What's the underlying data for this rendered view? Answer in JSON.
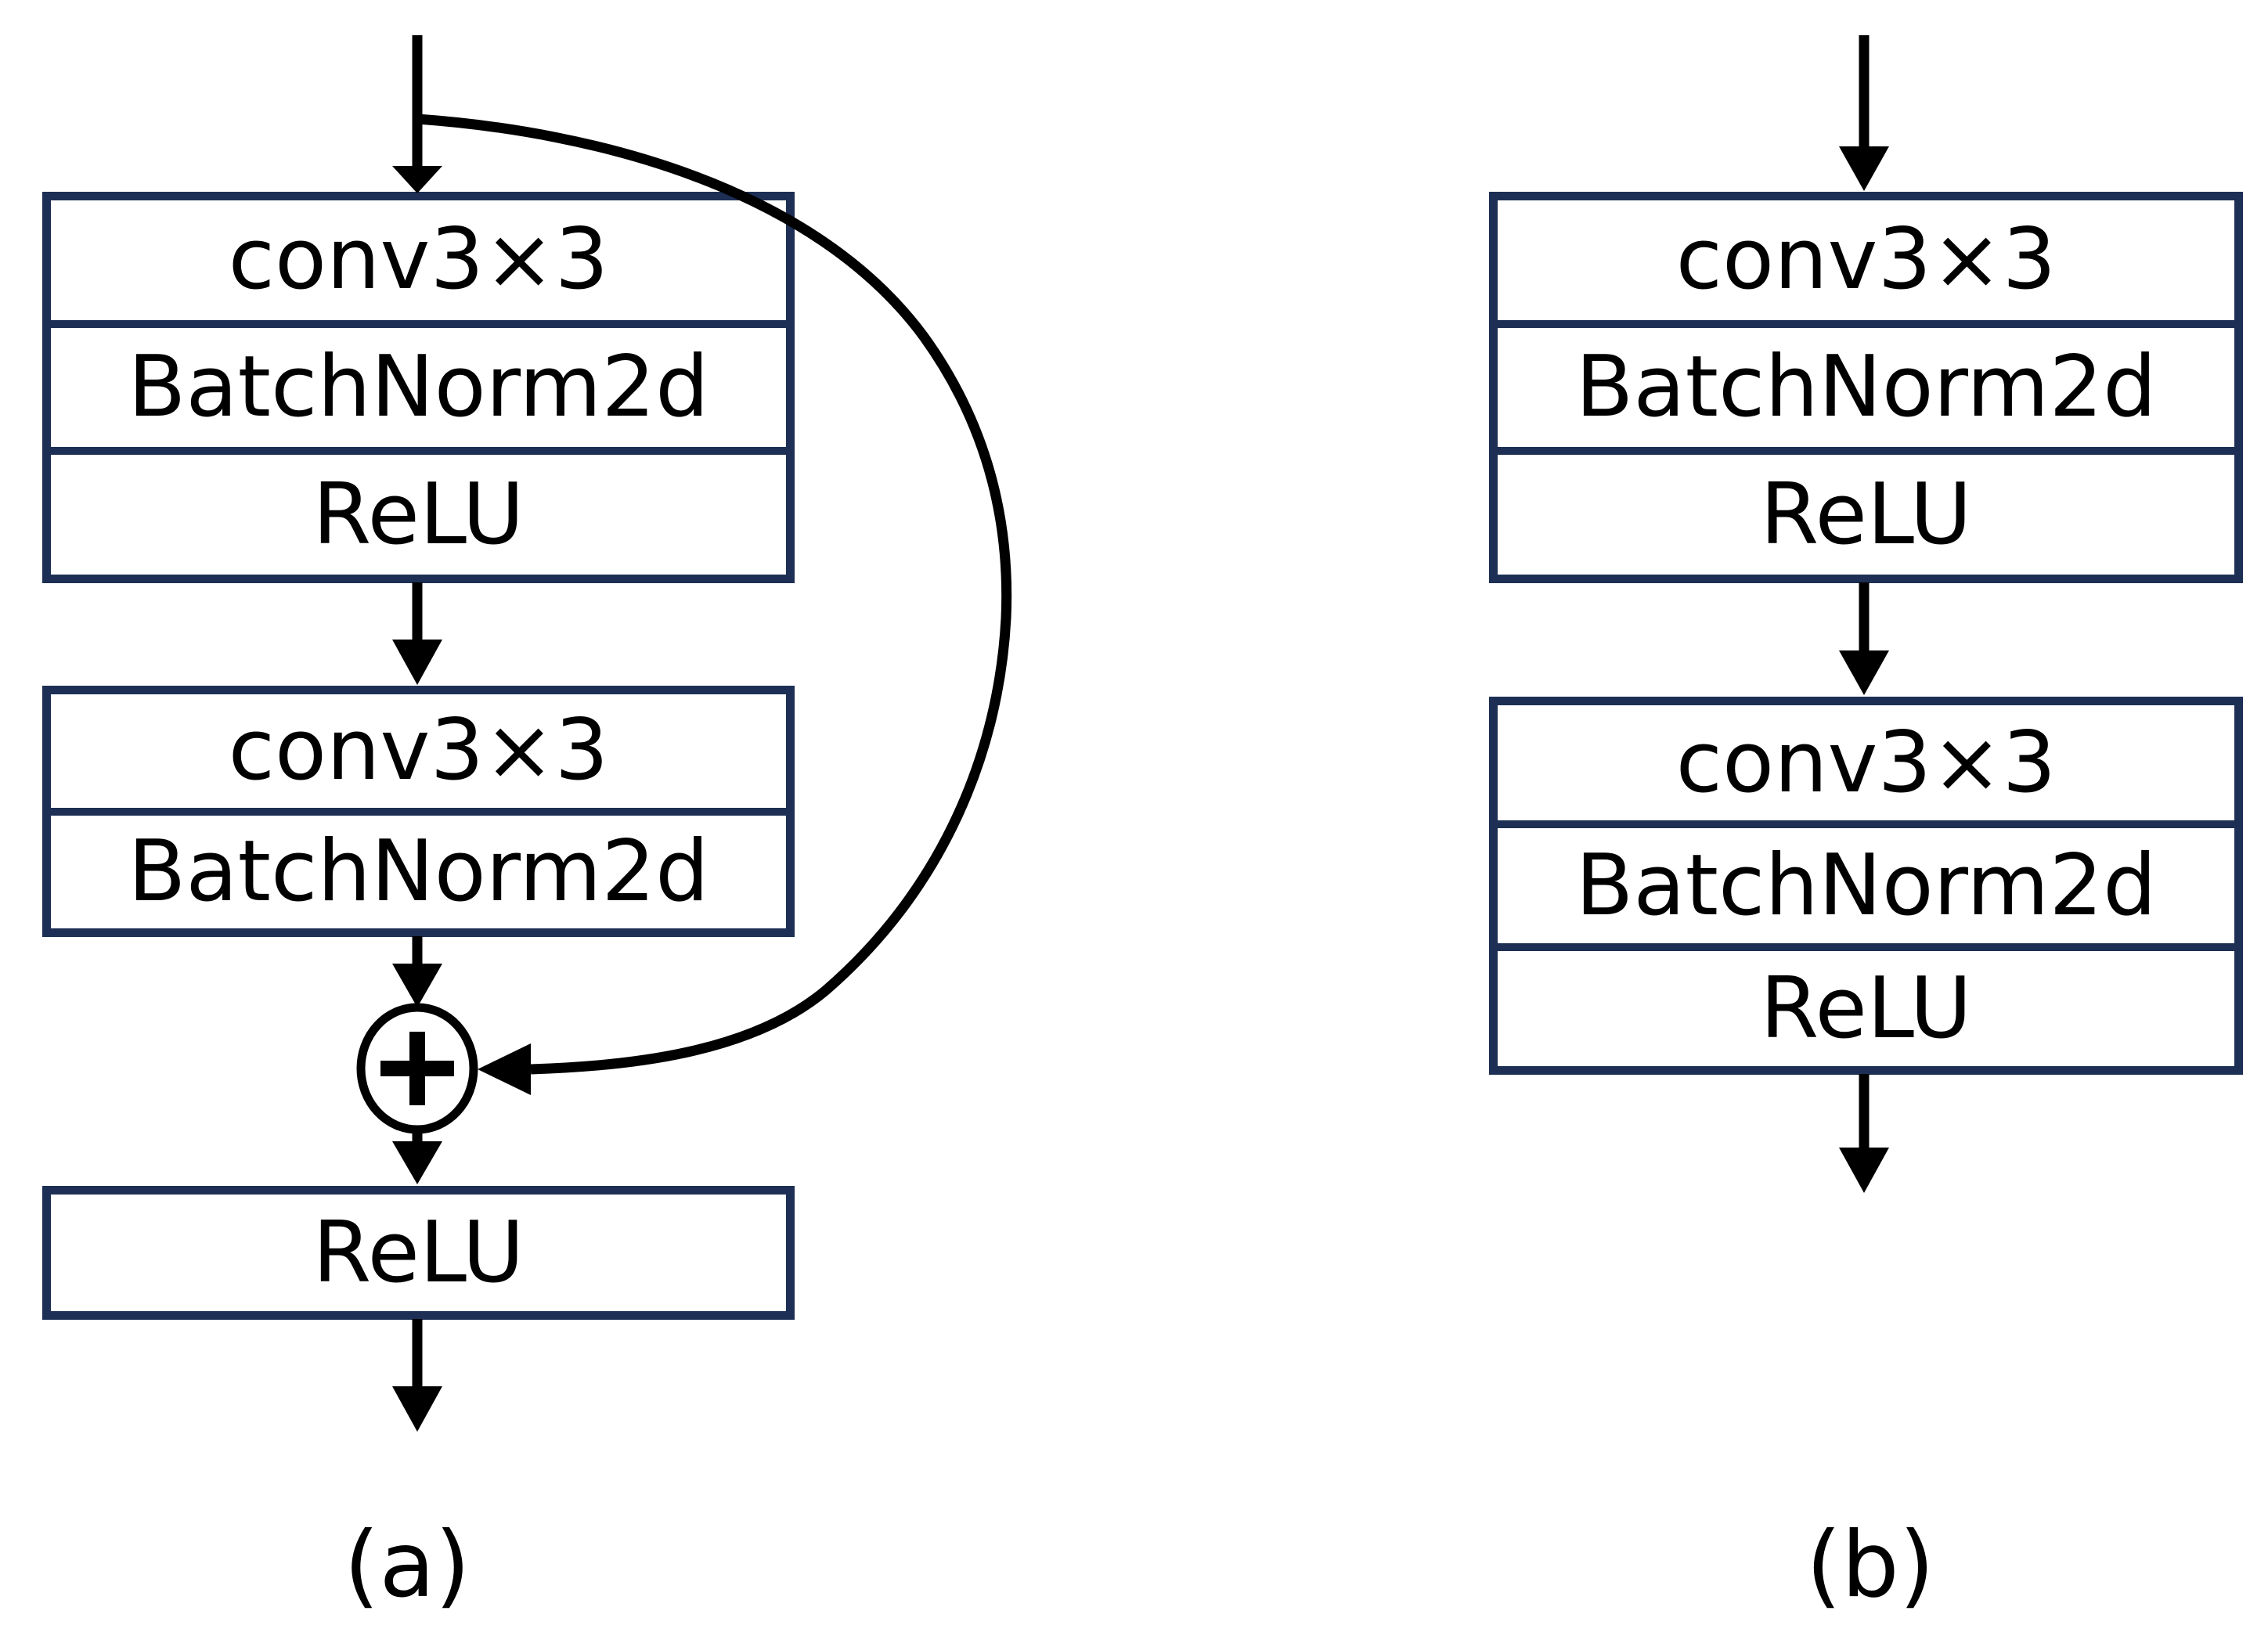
{
  "colors": {
    "box_border": "#1d2f54",
    "line": "#000000",
    "text": "#000000",
    "background": "#ffffff"
  },
  "diagram_a": {
    "label": "(a)",
    "block1": {
      "rows": [
        "conv3×3",
        "BatchNorm2d",
        "ReLU"
      ]
    },
    "block2": {
      "rows": [
        "conv3×3",
        "BatchNorm2d"
      ]
    },
    "sum_operator": "+",
    "output_block": {
      "rows": [
        "ReLU"
      ]
    }
  },
  "diagram_b": {
    "label": "(b)",
    "block1": {
      "rows": [
        "conv3×3",
        "BatchNorm2d",
        "ReLU"
      ]
    },
    "block2": {
      "rows": [
        "conv3×3",
        "BatchNorm2d",
        "ReLU"
      ]
    }
  }
}
